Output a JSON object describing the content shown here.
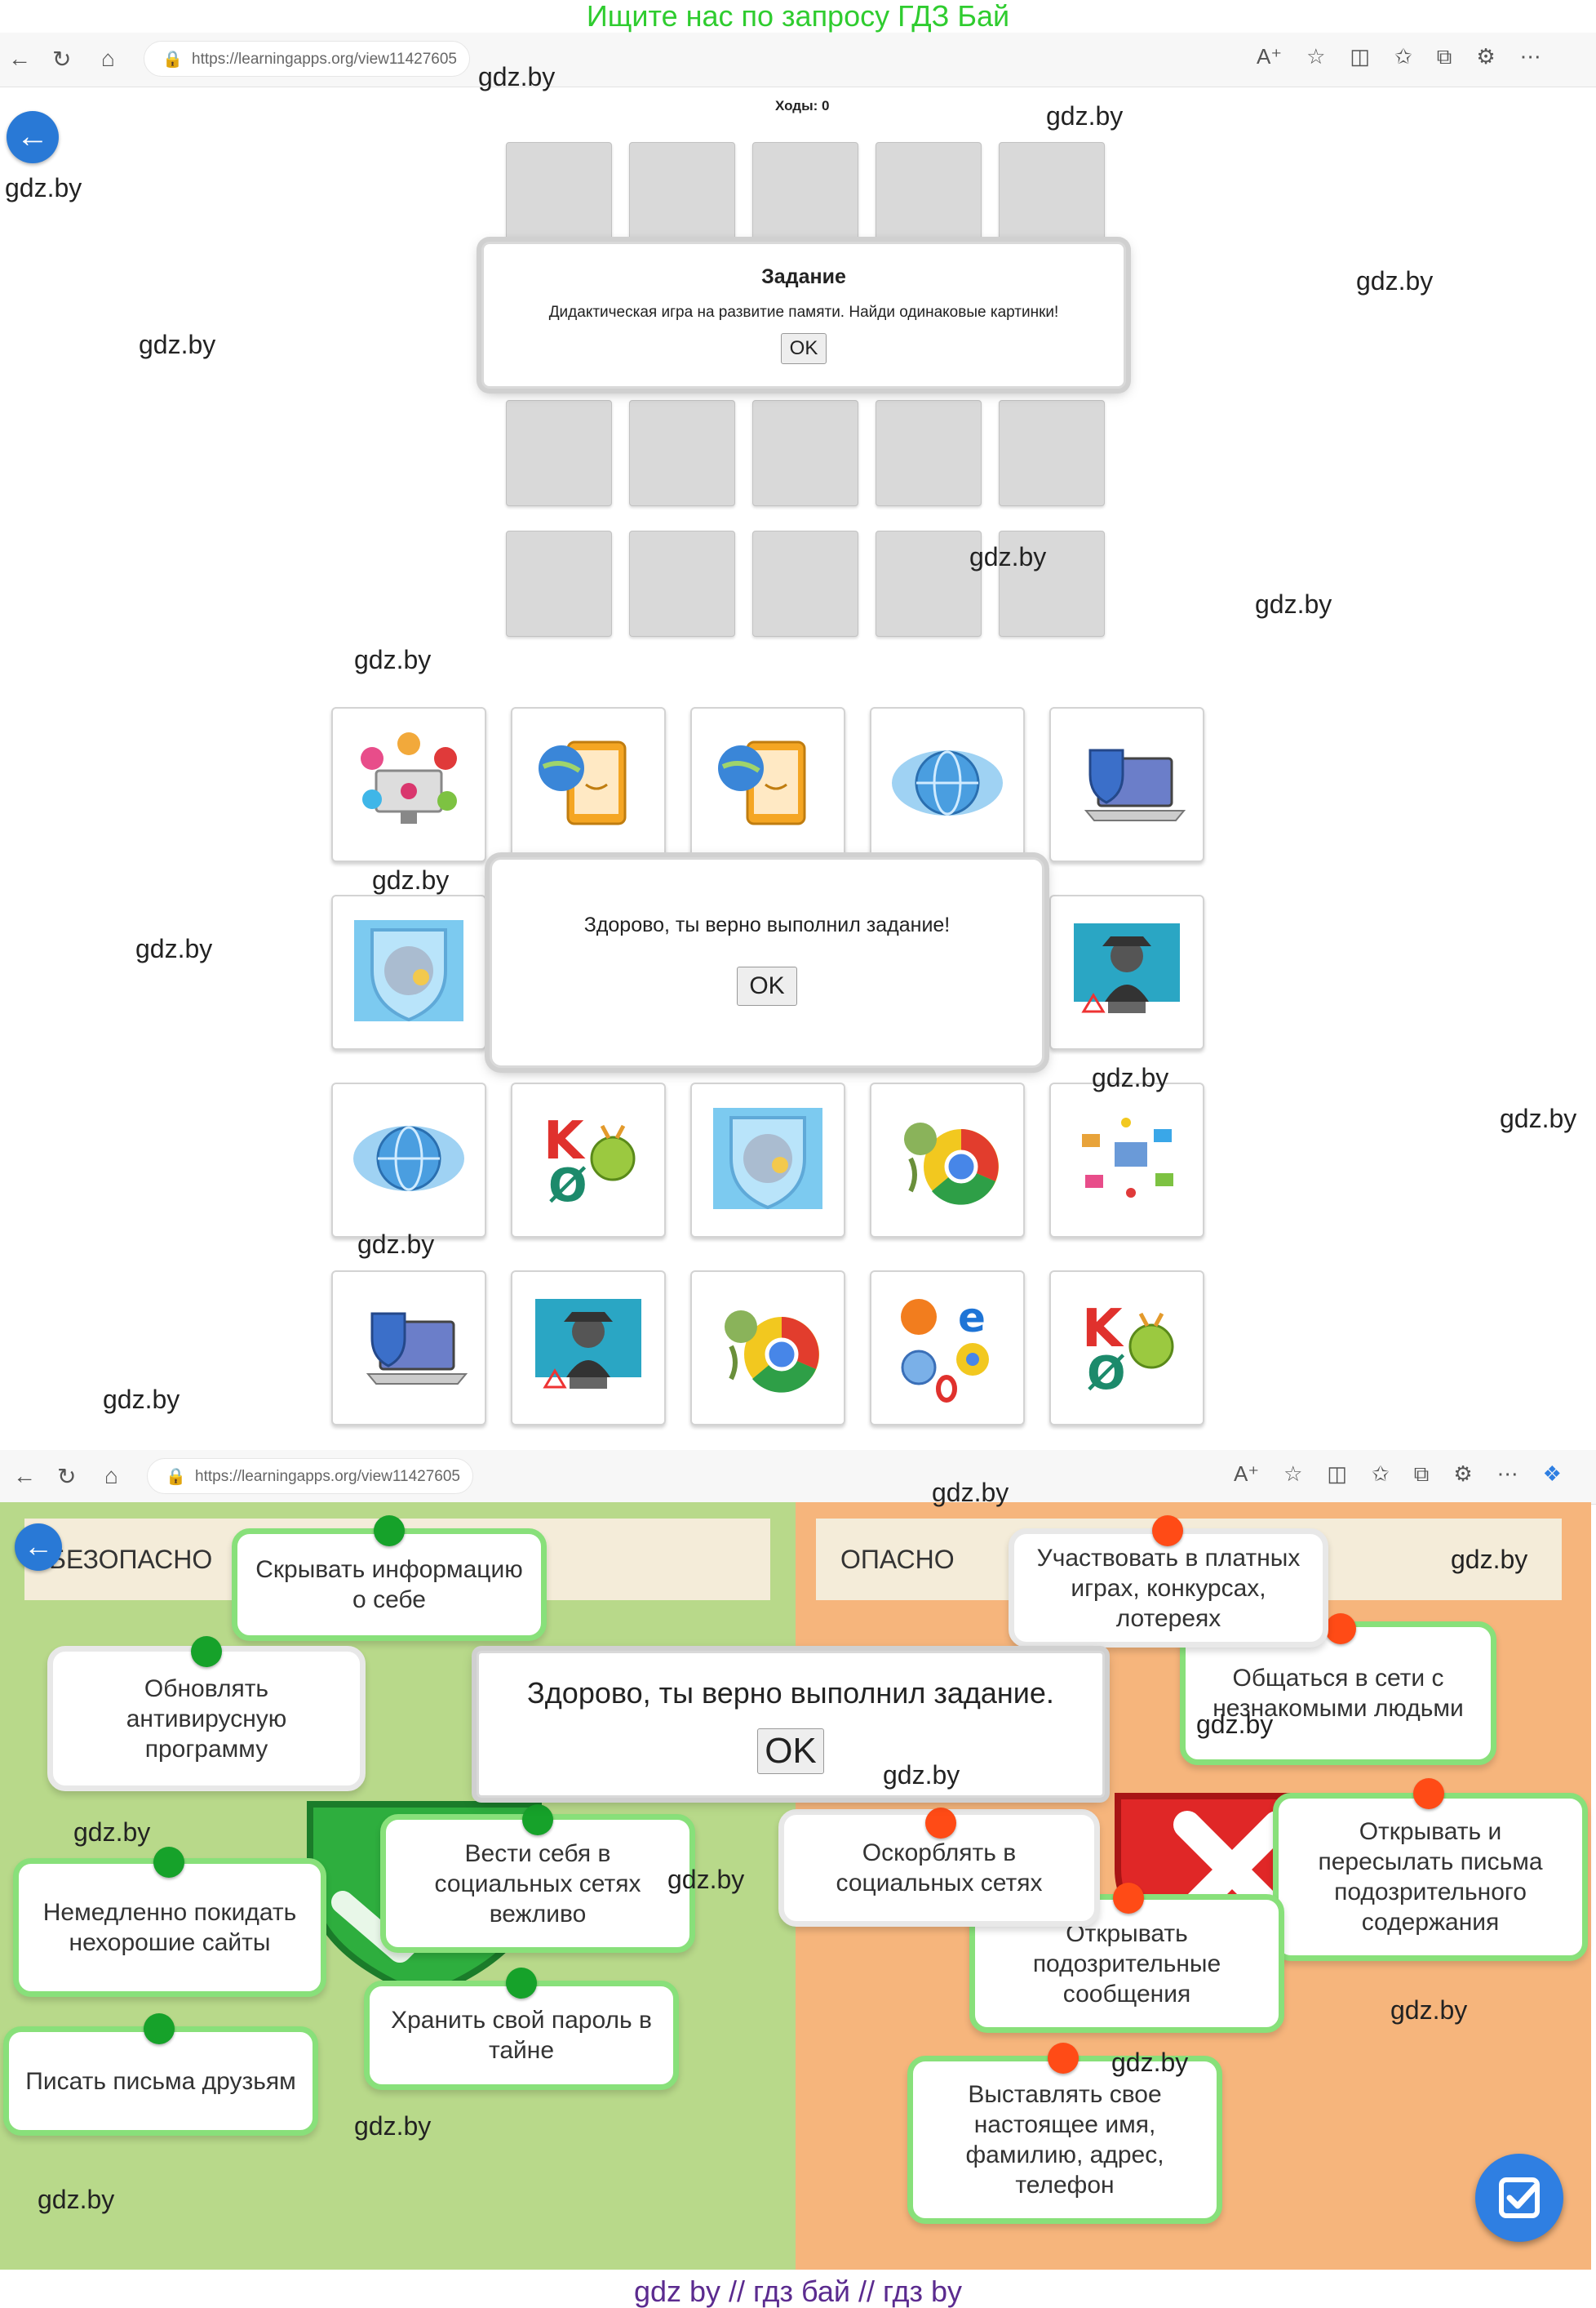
{
  "banners": {
    "top": "Ищите нас по запросу ГДЗ Бай",
    "bottom": "gdz by  //  гдз бай  //  гдз by"
  },
  "browser": {
    "url": "https://learningapps.org/view11427605"
  },
  "watermark": "gdz.by",
  "memory_game": {
    "moves_label": "Ходы: 0",
    "task_dialog": {
      "title": "Задание",
      "text": "Дидактическая игра на развитие памяти. Найди одинаковые картинки!",
      "ok": "OK"
    },
    "success_dialog": {
      "text": "Здорово, ты верно выполнил задание!",
      "ok": "OK"
    },
    "pictures": [
      "social-media-icon",
      "tablet-globe-icon",
      "tablet-globe-icon",
      "globe-network-icon",
      "laptop-shield-icon",
      "shield-globe-icon",
      "",
      "",
      "",
      "hacker-monitor-icon",
      "globe-network-icon",
      "kaspersky-logo-icon",
      "shield-globe-icon",
      "chrome-virus-icon",
      "network-devices-icon",
      "laptop-shield-icon",
      "hacker-monitor-icon",
      "chrome-virus-icon",
      "browsers-icon",
      "kaspersky-logo-icon"
    ]
  },
  "sorting_game": {
    "safe_header": "БЕЗОПАСНО",
    "danger_header": "ОПАСНО",
    "success_dialog": {
      "text": "Здорово, ты верно выполнил задание.",
      "ok": "OK"
    },
    "cards": {
      "hide_info": "Скрывать информацию о себе",
      "update_av": "Обновлять антивирусную программу",
      "leave_bad_sites": "Немедленно покидать нехорошие сайты",
      "behave_politely": "Вести себя в социальных сетях вежливо",
      "keep_password": "Хранить свой пароль в тайне",
      "write_friends": "Писать письма друзьям",
      "paid_games": "Участвовать в платных играх, конкурсах, лотереях",
      "chat_strangers": "Общаться в сети с незнакомыми людьми",
      "insult": "Оскорблять в социальных сетях",
      "forward_emails": "Открывать и пересылать письма подозрительного содержания",
      "open_messages": "Открывать подозрительные сообщения",
      "post_identity": "Выставлять свое настоящее имя, фамилию, адрес, телефон"
    }
  }
}
